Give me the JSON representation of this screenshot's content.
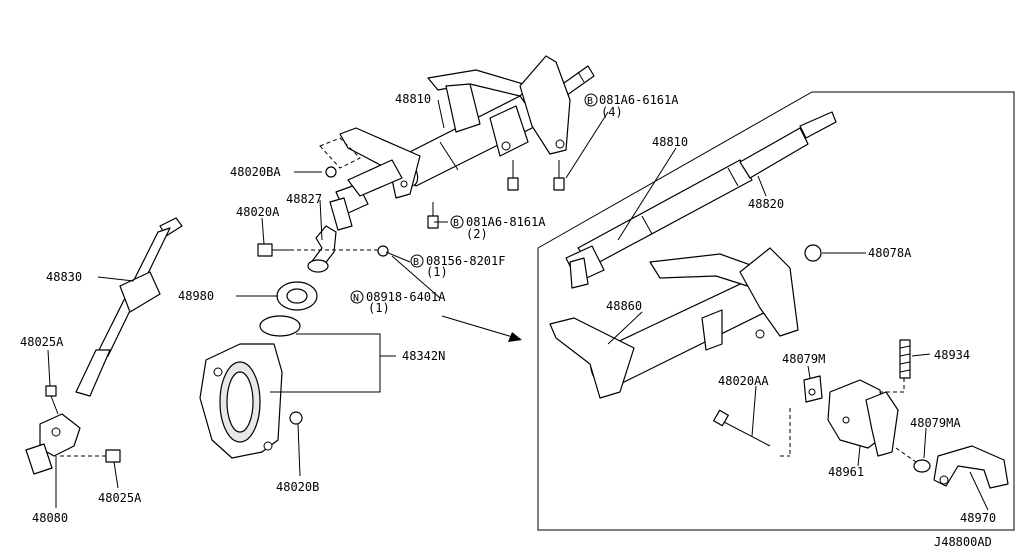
{
  "diagram_code": "J48800AD",
  "labels": {
    "p48810_top": "48810",
    "p48020BA": "48020BA",
    "p48827": "48827",
    "p48020A": "48020A",
    "p48830": "48830",
    "p48980": "48980",
    "p48025A_top": "48025A",
    "p48342N": "48342N",
    "p48080": "48080",
    "p48025A_bottom": "48025A",
    "p48020B": "48020B",
    "bolt_081A6_6161A": "081A6-6161A",
    "bolt_081A6_6161A_qty": "(4)",
    "bolt_081A6_8161A": "081A6-8161A",
    "bolt_081A6_8161A_qty": "(2)",
    "bolt_08156_8201F": "08156-8201F",
    "bolt_08156_8201F_qty": "(1)",
    "nut_08918_6401A": "08918-6401A",
    "nut_08918_6401A_qty": "(1)",
    "p48810_inset": "48810",
    "p48820": "48820",
    "p48078A": "48078A",
    "p48860": "48860",
    "p48079M": "48079M",
    "p48934": "48934",
    "p48020AA": "48020AA",
    "p48079MA": "48079MA",
    "p48961": "48961",
    "p48970": "48970"
  },
  "symbols": {
    "b": "B",
    "n": "N"
  }
}
